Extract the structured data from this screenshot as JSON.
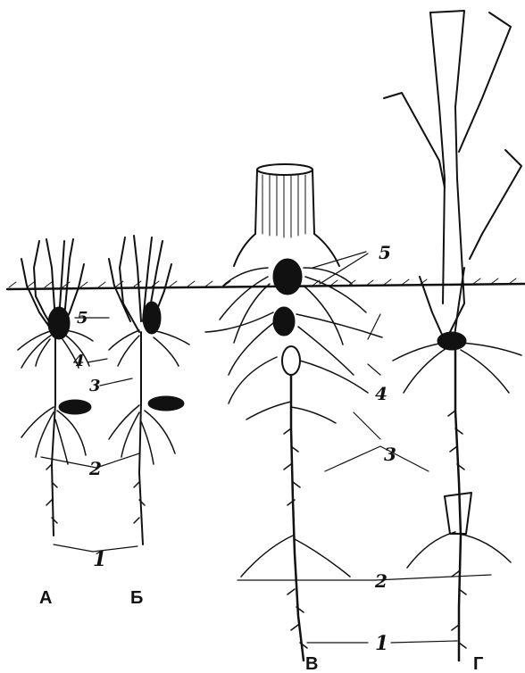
{
  "labels": {
    "l1_left": "1",
    "l1_right": "1",
    "l2_left": "2",
    "l2_right": "2",
    "l3_left": "3",
    "l3_right": "3",
    "l4_left": "4",
    "l4_right": "4",
    "l5_left": "5",
    "l5_right": "5"
  },
  "captions": {
    "a": "А",
    "b": "Б",
    "v": "В",
    "g": "Г"
  },
  "colors": {
    "ink": "#111111",
    "paper": "#ffffff"
  }
}
